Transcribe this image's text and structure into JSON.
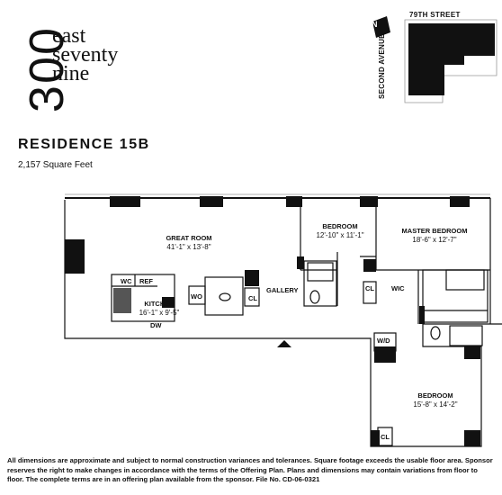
{
  "logo": {
    "number": "300",
    "words": [
      "east",
      "seventy",
      "nine"
    ]
  },
  "keyplan": {
    "street": "79TH STREET",
    "avenue": "SECOND AVENUE",
    "north": "N"
  },
  "residence": {
    "title": "RESIDENCE  15B",
    "area": "2,157 Square Feet"
  },
  "rooms": {
    "great_room": {
      "name": "GREAT ROOM",
      "dim": "41'-1\" x 13'-8\""
    },
    "bedroom1": {
      "name": "BEDROOM",
      "dim": "12'-10\" x 11'-1\""
    },
    "master": {
      "name": "MASTER BEDROOM",
      "dim": "18'-6\" x 12'-7\""
    },
    "kitchen": {
      "name": "KITCHEN",
      "dim": "16'-1\" x 9'-5\""
    },
    "bedroom2": {
      "name": "BEDROOM",
      "dim": "15'-8\" x 14'-2\""
    }
  },
  "fixtures": {
    "wc": "WC",
    "ref": "REF",
    "wo": "WO",
    "dw": "DW",
    "cl_gallery": "CL",
    "gallery": "GALLERY",
    "cl_bed": "CL",
    "wic": "WIC",
    "wd": "W/D",
    "cl_bed2": "CL"
  },
  "disclaimer": "All dimensions are approximate and subject to normal construction variances and tolerances. Square footage exceeds the usable floor area. Sponsor reserves the right to make changes in accordance with the terms of the Offering Plan. Plans and dimensions may contain variations from floor to floor. The complete terms are in an offering plan available from the sponsor. File No. CD-06-0321"
}
